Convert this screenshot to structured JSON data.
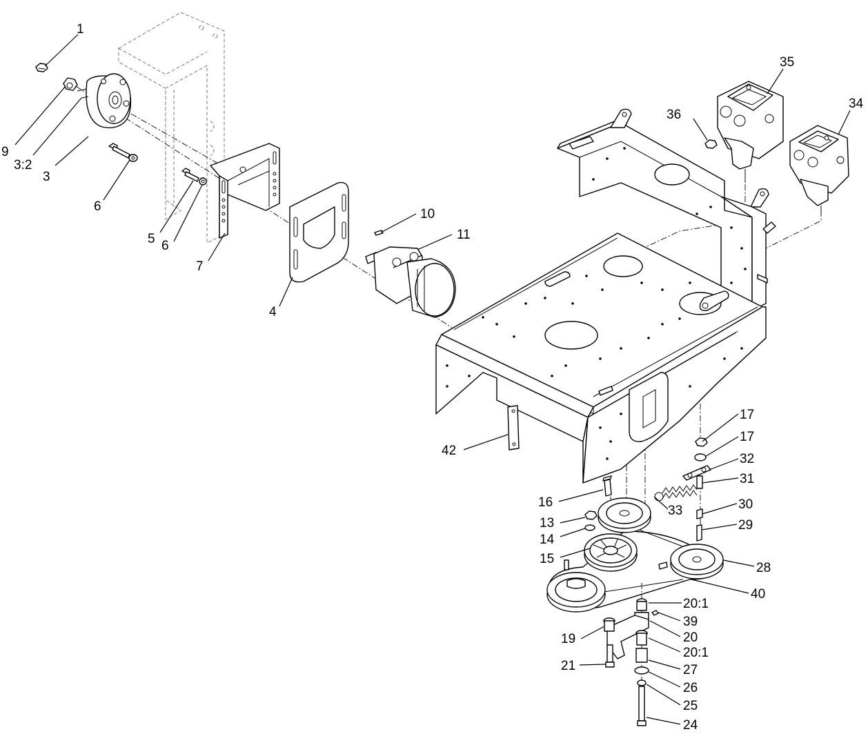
{
  "callouts": [
    {
      "id": "c1",
      "text": "1"
    },
    {
      "id": "c9",
      "text": "9"
    },
    {
      "id": "c3-2",
      "text": "3:2"
    },
    {
      "id": "c3",
      "text": "3"
    },
    {
      "id": "c6a",
      "text": "6"
    },
    {
      "id": "c5",
      "text": "5"
    },
    {
      "id": "c6b",
      "text": "6"
    },
    {
      "id": "c7",
      "text": "7"
    },
    {
      "id": "c4",
      "text": "4"
    },
    {
      "id": "c10",
      "text": "10"
    },
    {
      "id": "c11",
      "text": "11"
    },
    {
      "id": "c36",
      "text": "36"
    },
    {
      "id": "c35",
      "text": "35"
    },
    {
      "id": "c34",
      "text": "34"
    },
    {
      "id": "c42",
      "text": "42"
    },
    {
      "id": "c17a",
      "text": "17"
    },
    {
      "id": "c17b",
      "text": "17"
    },
    {
      "id": "c32",
      "text": "32"
    },
    {
      "id": "c31",
      "text": "31"
    },
    {
      "id": "c16",
      "text": "16"
    },
    {
      "id": "c33",
      "text": "33"
    },
    {
      "id": "c30",
      "text": "30"
    },
    {
      "id": "c13",
      "text": "13"
    },
    {
      "id": "c29",
      "text": "29"
    },
    {
      "id": "c14",
      "text": "14"
    },
    {
      "id": "c15",
      "text": "15"
    },
    {
      "id": "c28",
      "text": "28"
    },
    {
      "id": "c40",
      "text": "40"
    },
    {
      "id": "c20-1a",
      "text": "20:1"
    },
    {
      "id": "c39",
      "text": "39"
    },
    {
      "id": "c19",
      "text": "19"
    },
    {
      "id": "c20",
      "text": "20"
    },
    {
      "id": "c20-1b",
      "text": "20:1"
    },
    {
      "id": "c21",
      "text": "21"
    },
    {
      "id": "c27",
      "text": "27"
    },
    {
      "id": "c26",
      "text": "26"
    },
    {
      "id": "c25",
      "text": "25"
    },
    {
      "id": "c24",
      "text": "24"
    }
  ]
}
